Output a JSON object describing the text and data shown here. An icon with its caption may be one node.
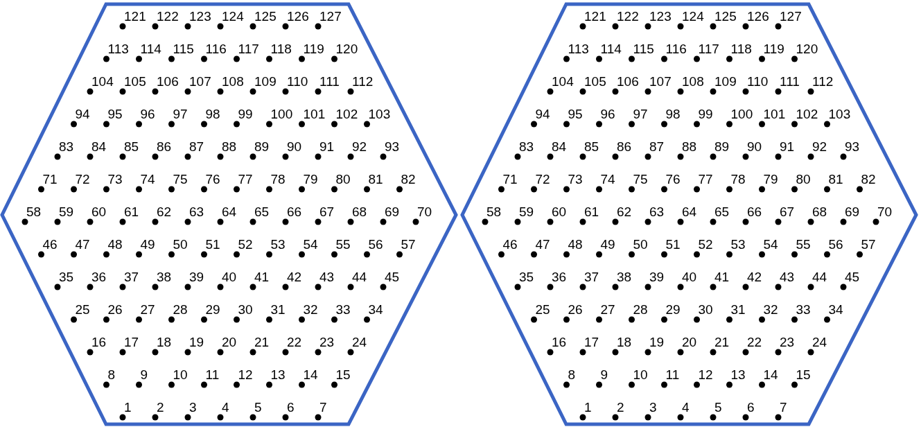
{
  "diagram": {
    "labels": [
      "121",
      "122",
      "123",
      "124",
      "125",
      "126",
      "127",
      "113",
      "114",
      "115",
      "116",
      "117",
      "118",
      "119",
      "120",
      "104",
      "105",
      "106",
      "107",
      "108",
      "109",
      "110",
      "111",
      "112",
      "94",
      "95",
      "96",
      "97",
      "98",
      "99",
      "100",
      "101",
      "102",
      "103",
      "83",
      "84",
      "85",
      "86",
      "87",
      "88",
      "89",
      "90",
      "91",
      "92",
      "93",
      "71",
      "72",
      "73",
      "74",
      "75",
      "76",
      "77",
      "78",
      "79",
      "80",
      "81",
      "82",
      "58",
      "59",
      "60",
      "61",
      "62",
      "63",
      "64",
      "65",
      "66",
      "67",
      "68",
      "69",
      "70",
      "46",
      "47",
      "48",
      "49",
      "50",
      "51",
      "52",
      "53",
      "54",
      "55",
      "56",
      "57",
      "35",
      "36",
      "37",
      "38",
      "39",
      "40",
      "41",
      "42",
      "43",
      "44",
      "45",
      "25",
      "26",
      "27",
      "28",
      "29",
      "30",
      "31",
      "32",
      "33",
      "34",
      "16",
      "17",
      "18",
      "19",
      "20",
      "21",
      "22",
      "23",
      "24",
      "8",
      "9",
      "10",
      "11",
      "12",
      "13",
      "14",
      "15",
      "1",
      "2",
      "3",
      "4",
      "5",
      "6",
      "7",
      "121",
      "122",
      "123",
      "124",
      "125",
      "126",
      "127",
      "113",
      "114",
      "115",
      "116",
      "117",
      "118",
      "119",
      "120",
      "104",
      "105",
      "106",
      "107",
      "108",
      "109",
      "110",
      "111",
      "112",
      "94",
      "95",
      "96",
      "97",
      "98",
      "99",
      "100",
      "101",
      "102",
      "103",
      "83",
      "84",
      "85",
      "86",
      "87",
      "88",
      "89",
      "90",
      "91",
      "92",
      "93",
      "71",
      "72",
      "73",
      "74",
      "75",
      "76",
      "77",
      "78",
      "79",
      "80",
      "81",
      "82",
      "58",
      "59",
      "60",
      "61",
      "62",
      "63",
      "64",
      "65",
      "66",
      "67",
      "68",
      "69",
      "70",
      "46",
      "47",
      "48",
      "49",
      "50",
      "51",
      "52",
      "53",
      "54",
      "55",
      "56",
      "57",
      "35",
      "36",
      "37",
      "38",
      "39",
      "40",
      "41",
      "42",
      "43",
      "44",
      "45",
      "25",
      "26",
      "27",
      "28",
      "29",
      "30",
      "31",
      "32",
      "33",
      "34",
      "16",
      "17",
      "18",
      "19",
      "20",
      "21",
      "22",
      "23",
      "24",
      "8",
      "9",
      "10",
      "11",
      "12",
      "13",
      "14",
      "15",
      "1",
      "2",
      "3",
      "4",
      "5",
      "6",
      "7"
    ]
  }
}
